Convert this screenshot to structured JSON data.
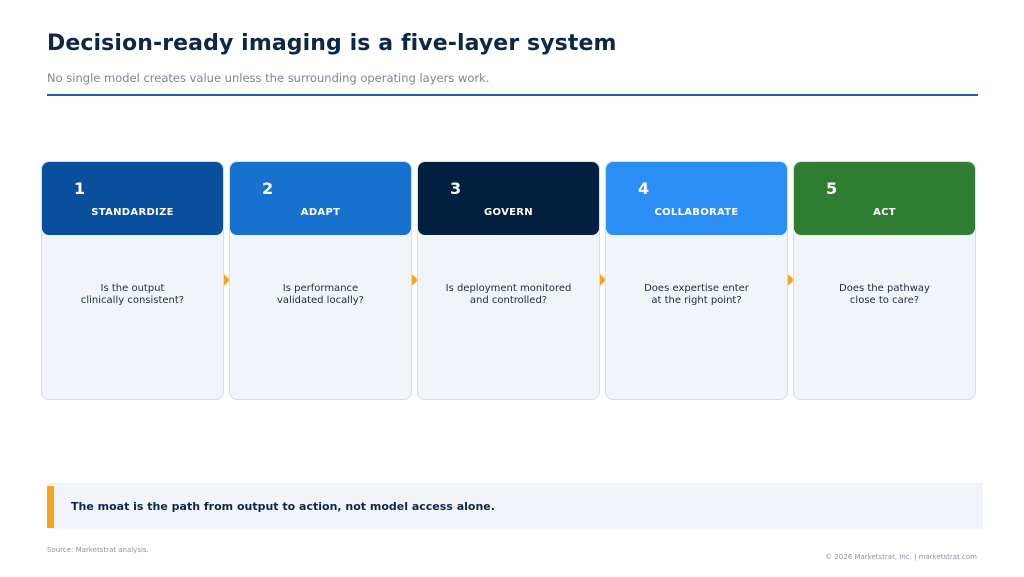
{
  "header": {
    "title": "Decision-ready imaging is a five-layer system",
    "subtitle": "No single model creates value unless the surrounding operating layers work."
  },
  "layers": [
    {
      "number": "1",
      "name": "STANDARDIZE",
      "question": "Is the output\nclinically consistent?",
      "color": "#0a4f9e"
    },
    {
      "number": "2",
      "name": "ADAPT",
      "question": "Is performance\nvalidated locally?",
      "color": "#1671cf"
    },
    {
      "number": "3",
      "name": "GOVERN",
      "question": "Is deployment monitored\nand controlled?",
      "color": "#021f40"
    },
    {
      "number": "4",
      "name": "COLLABORATE",
      "question": "Does expertise enter\nat the right point?",
      "color": "#2b8ef5"
    },
    {
      "number": "5",
      "name": "ACT",
      "question": "Does the pathway\nclose to care?",
      "color": "#2e7d32"
    }
  ],
  "connector_color": "#f5a524",
  "callout": {
    "text": "The moat is the path from output to action, not model access alone.",
    "accent_color": "#f5a524"
  },
  "footer": {
    "source": "Source: Marketstrat analysis.",
    "copyright": "© 2026 Marketstrat, Inc. | marketstrat.com"
  }
}
